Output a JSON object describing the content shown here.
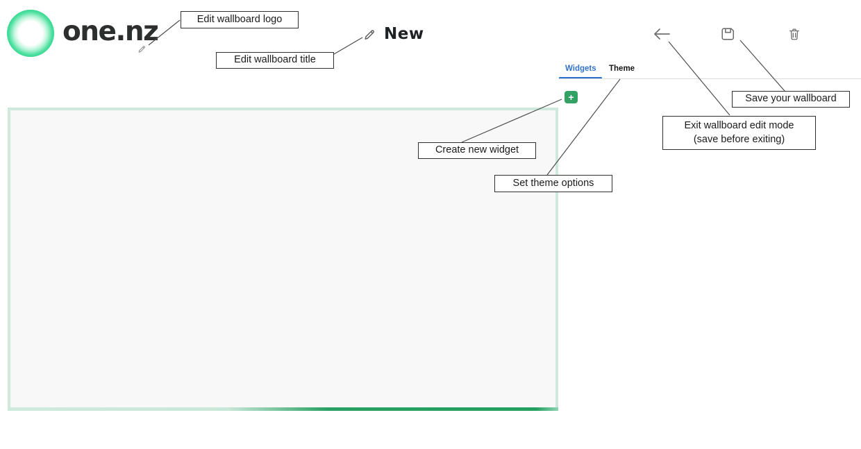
{
  "brand": {
    "logo_text": "one.nz"
  },
  "wallboard": {
    "title": "New"
  },
  "toolbar": {
    "back_icon": "arrow-left-icon",
    "save_icon": "floppy-disk-icon",
    "delete_icon": "trash-icon",
    "edit_logo_icon": "pencil-icon",
    "edit_title_icon": "pencil-icon"
  },
  "panel": {
    "tabs": [
      {
        "label": "Widgets",
        "active": true
      },
      {
        "label": "Theme",
        "active": false
      }
    ],
    "add_button_label": "+"
  },
  "annotations": {
    "edit_logo": "Edit wallboard logo",
    "edit_title": "Edit wallboard title",
    "create_widget": "Create new widget",
    "set_theme": "Set theme options",
    "save": "Save your wallboard",
    "exit_line1": "Exit wallboard edit mode",
    "exit_line2": "(save before exiting)"
  },
  "colors": {
    "brand_green": "#17c97d",
    "tab_active_blue": "#2f6fc6",
    "add_button_green": "#33a163",
    "widget_border_light": "#cfeadd",
    "widget_border_dark": "#23a05f",
    "widget_fill": "#f8f8f8",
    "icon_gray": "#6e6e6e"
  }
}
